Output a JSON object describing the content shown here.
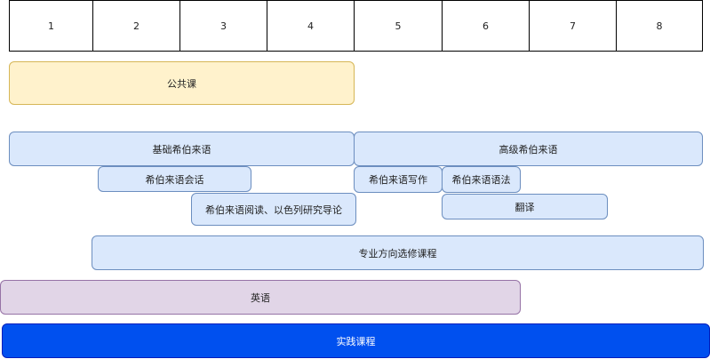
{
  "columns": [
    "1",
    "2",
    "3",
    "4",
    "5",
    "6",
    "7",
    "8"
  ],
  "courses": {
    "public": "公共课",
    "basic_hebrew": "基础希伯来语",
    "advanced_hebrew": "高级希伯来语",
    "conversation": "希伯来语会话",
    "reading": "希伯来语阅读、以色列研究导论",
    "writing": "希伯来语写作",
    "grammar": "希伯来语语法",
    "translation": "翻译",
    "electives": "专业方向选修课程",
    "english": "英语",
    "practice": "实践课程"
  }
}
